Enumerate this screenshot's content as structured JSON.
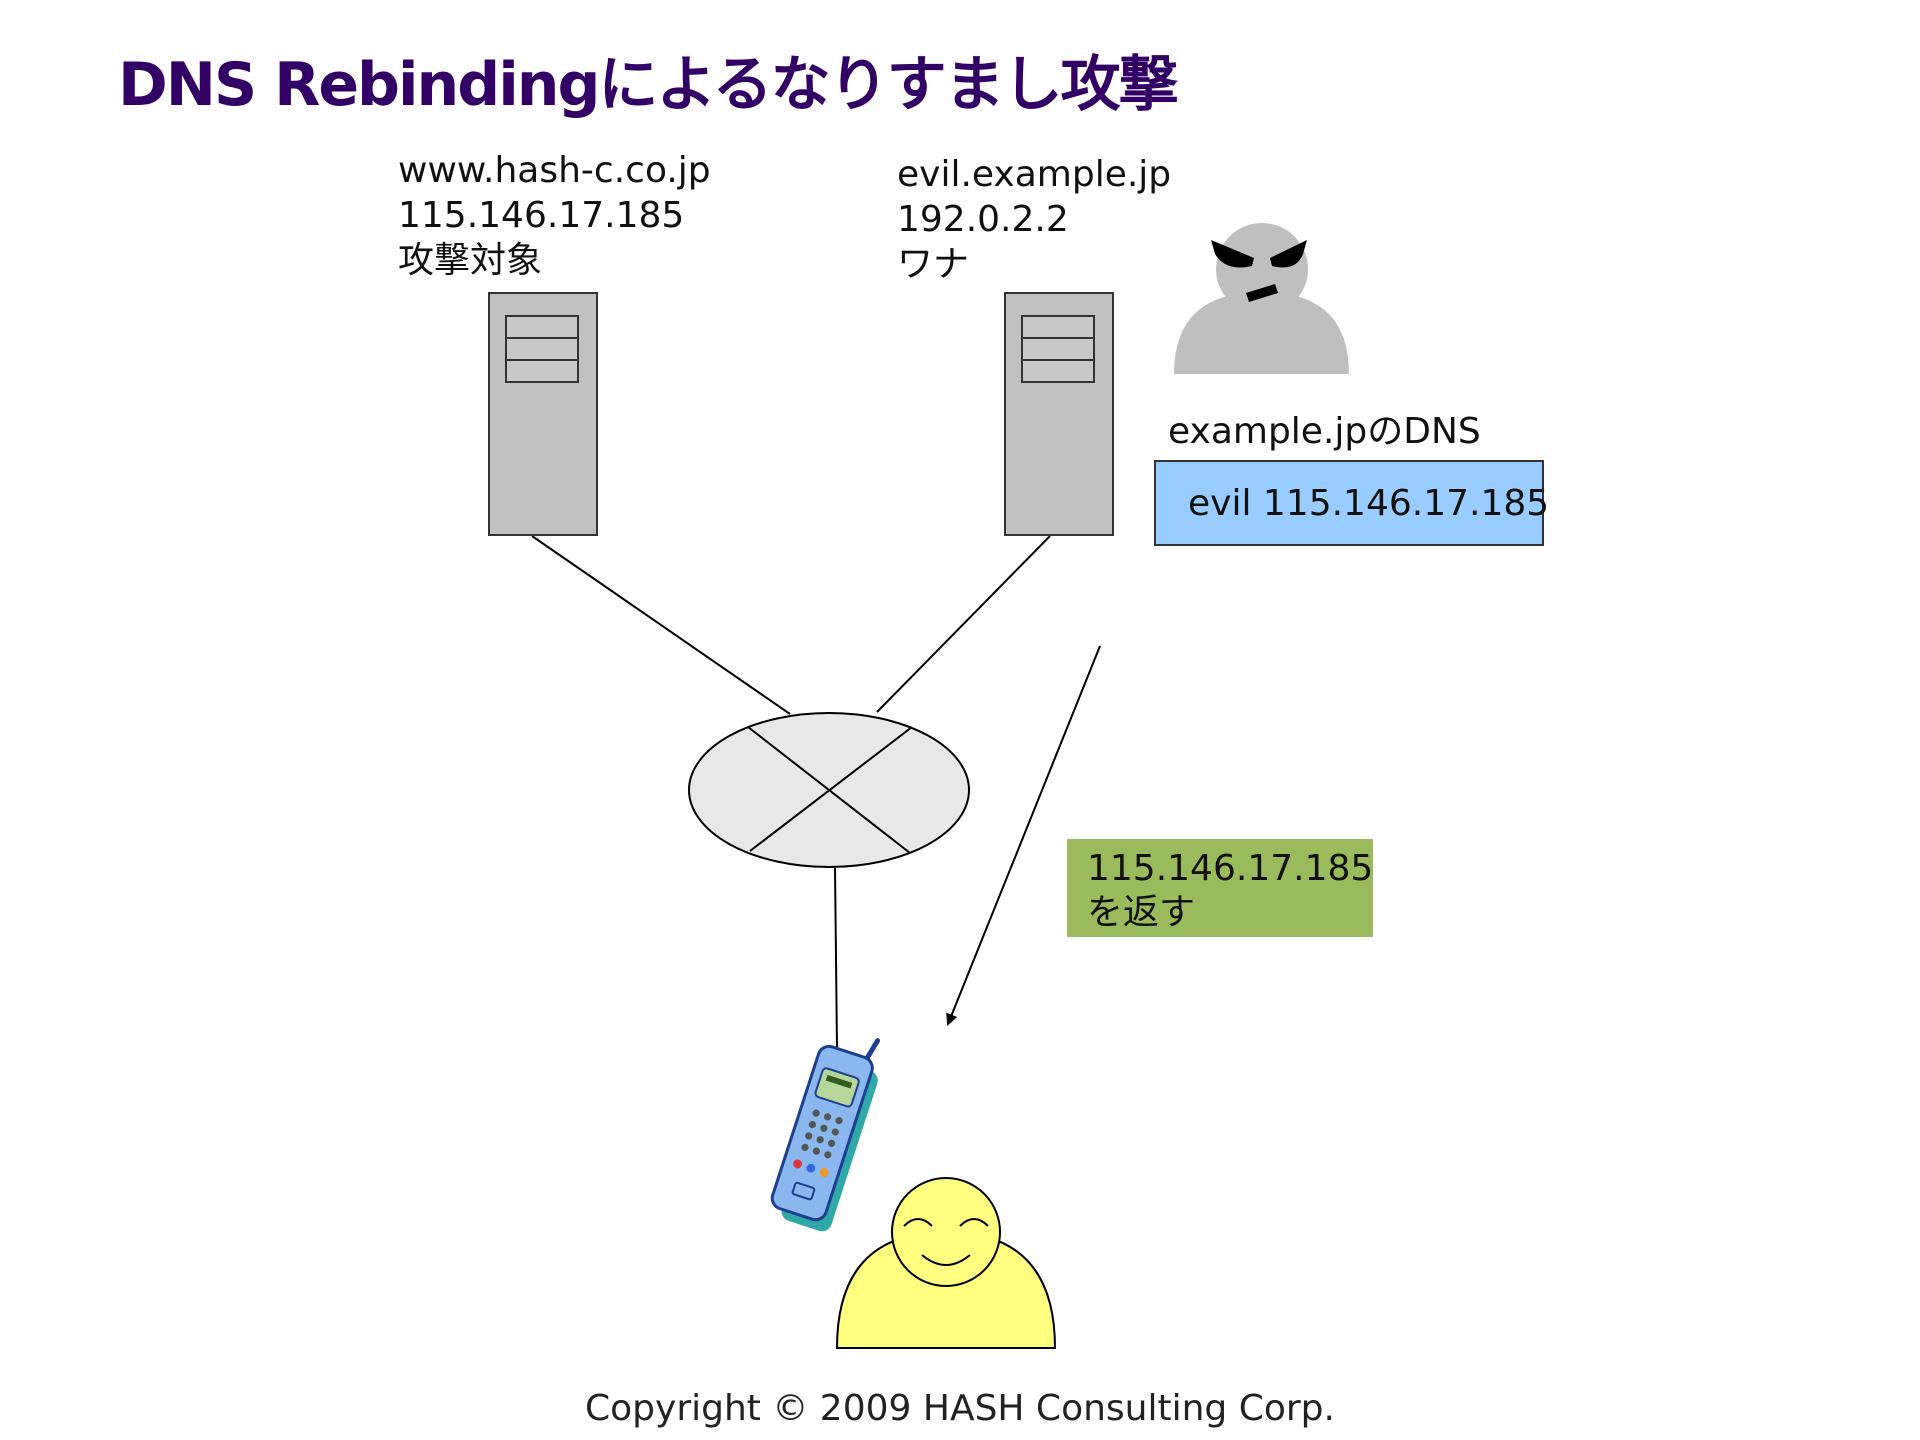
{
  "title": "DNS Rebindingによるなりすまし攻撃",
  "target_server": {
    "hostname": "www.hash-c.co.jp",
    "ip": "115.146.17.185",
    "role": "攻撃対象"
  },
  "trap_server": {
    "hostname": "evil.example.jp",
    "ip": "192.0.2.2",
    "role": "ワナ"
  },
  "dns": {
    "label": "example.jpのDNS",
    "record": "evil 115.146.17.185"
  },
  "reply": {
    "line1": "115.146.17.185",
    "line2": "を返す"
  },
  "copyright": "Copyright © 2009 HASH Consulting Corp.",
  "colors": {
    "title": "#330066",
    "dns_box": "#99ccff",
    "reply_box": "#99bb5c",
    "server": "#c0c0c0",
    "attacker": "#bfbfbf",
    "user": "#ffff80"
  }
}
